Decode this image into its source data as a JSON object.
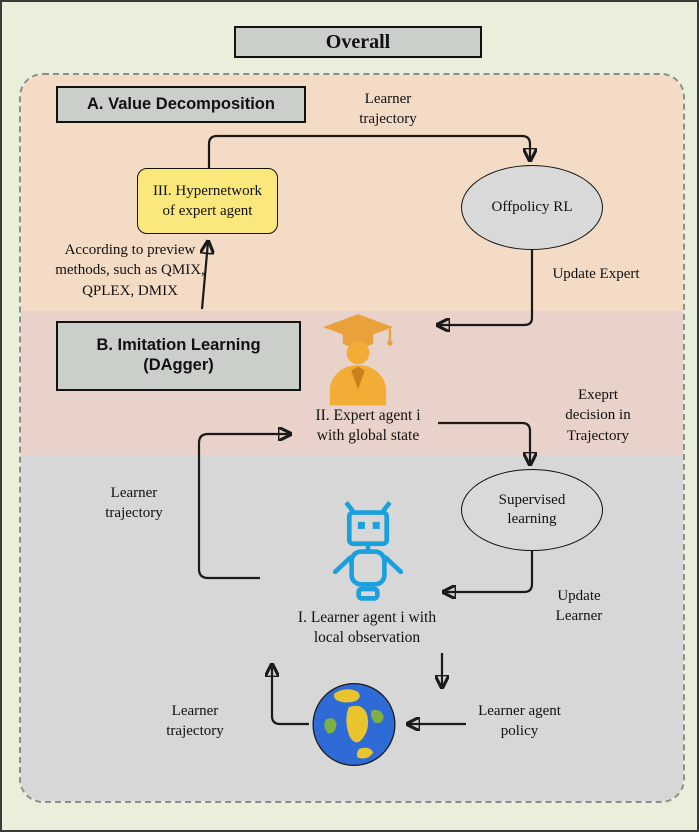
{
  "title": "Overall",
  "sections": {
    "a_label": "A. Value Decomposition",
    "b_label": "B. Imitation Learning\n(DAgger)"
  },
  "nodes": {
    "hypernetwork": "III. Hypernetwork\nof expert agent",
    "offpolicy_rl": "Offpolicy RL",
    "supervised_learning": "Supervised\nlearning",
    "expert_caption": "II. Expert agent i\nwith global state",
    "learner_caption": "I. Learner agent i with\nlocal observation"
  },
  "labels": {
    "learner_trajectory_top": "Learner\ntrajectory",
    "update_expert": "Update Expert",
    "according_note": "According to preview\nmethods, such as QMIX,\nQPLEX, DMIX",
    "expert_decision": "Exeprt\ndecision in\nTrajectory",
    "learner_trajectory_left": "Learner\ntrajectory",
    "update_learner": "Update\nLearner",
    "learner_trajectory_bottom": "Learner\ntrajectory",
    "learner_agent_policy": "Learner agent\npolicy"
  },
  "icons": {
    "expert": "graduate-cap-person-icon",
    "learner": "robot-icon",
    "environment": "globe-icon"
  },
  "colors": {
    "page_bg": "#e9efdb",
    "section_a_bg": "#f4dbc5",
    "section_b_bg": "#e8d2c9",
    "section_c_bg": "#d7d7d7",
    "label_box_bg": "#cbcfc9",
    "hypernetwork_bg": "#fbe87c",
    "ellipse_bg": "#d9d9d9",
    "expert_gold": "#efa62b",
    "learner_blue": "#1aa0dc",
    "globe_ocean": "#2e6bd6",
    "globe_land": "#e8c52f",
    "arrow_color": "#1a1a1a"
  }
}
